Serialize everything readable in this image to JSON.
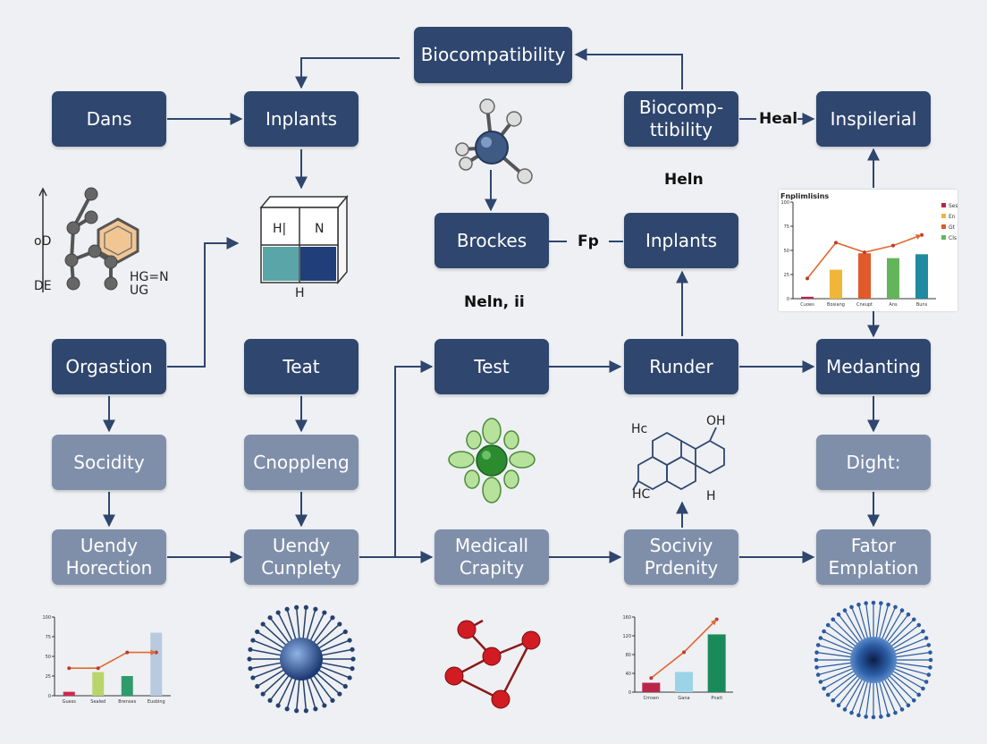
{
  "nodes": {
    "biocompat_top": "Biocompatibility",
    "dans": "Dans",
    "implants_top": "Inplants",
    "biocomp_right": "Biocomp-\nttibility",
    "inspilerial": "Inspilerial",
    "brockes": "Brockes",
    "implants_mid": "Inplants",
    "orgastion": "Orgastion",
    "teat": "Teat",
    "test": "Test",
    "runder": "Runder",
    "medanting": "Medanting",
    "socidity": "Socidity",
    "cnoppleng": "Cnoppleng",
    "dight": "Dight:",
    "uendy_horection": "Uendy\nHorection",
    "uendy_cunplety": "Uendy\nCunplety",
    "medicall_crapity": "Medicall\nCrapity",
    "sociviy_prdenity": "Sociviy\nPrdenity",
    "fator_emplation": "Fator\nEmplation"
  },
  "labels": {
    "heal": "Heal",
    "heln": "Heln",
    "fp": "Fp",
    "neln": "Neln, ii"
  },
  "molecule_left": {
    "l1": "oD",
    "l2": "DE",
    "l3": "HG=N",
    "l4": "UG"
  },
  "cube_labels": {
    "top_left": "H|",
    "top_right": "N",
    "bottom": "H"
  },
  "hex_labels": {
    "hc_top": "Hc",
    "oh": "OH",
    "hc_bottom": "HC",
    "h": "H"
  },
  "chart_data": [
    {
      "type": "bar",
      "title": "Fnplimlisins",
      "categories": [
        "Cuoes",
        "Bosiang",
        "Cneupt",
        "Ans",
        "Buns"
      ],
      "values": [
        2,
        30,
        47,
        42,
        46
      ],
      "line": [
        21,
        58,
        48,
        55,
        66
      ],
      "ylim": [
        0,
        100
      ],
      "colors": [
        "#b8264a",
        "#f0b63a",
        "#e05a2b",
        "#63b55a",
        "#1f8aa0"
      ],
      "legend": [
        "Ses",
        "En",
        "Gt",
        "Cls"
      ]
    },
    {
      "type": "bar",
      "categories": [
        "Guess",
        "Sealed",
        "Brenses",
        "Eusbing"
      ],
      "values": [
        5,
        30,
        25,
        80
      ],
      "line": [
        35,
        35,
        55,
        55
      ],
      "ylim": [
        0,
        100
      ],
      "colors": [
        "#d1264d",
        "#b8d56b",
        "#2e9c6a",
        "#b9c9e0"
      ]
    },
    {
      "type": "bar",
      "categories": [
        "Crnsen",
        "Gana",
        "Pnati"
      ],
      "values": [
        20,
        43,
        123
      ],
      "line": [
        30,
        85,
        155
      ],
      "ylim": [
        0,
        160
      ],
      "colors": [
        "#b8264a",
        "#9ad4e6",
        "#1b8a5a"
      ]
    }
  ],
  "colors": {
    "dark_node": "#2f466e",
    "light_node": "#7f8faa",
    "arrow": "#2f466e"
  }
}
